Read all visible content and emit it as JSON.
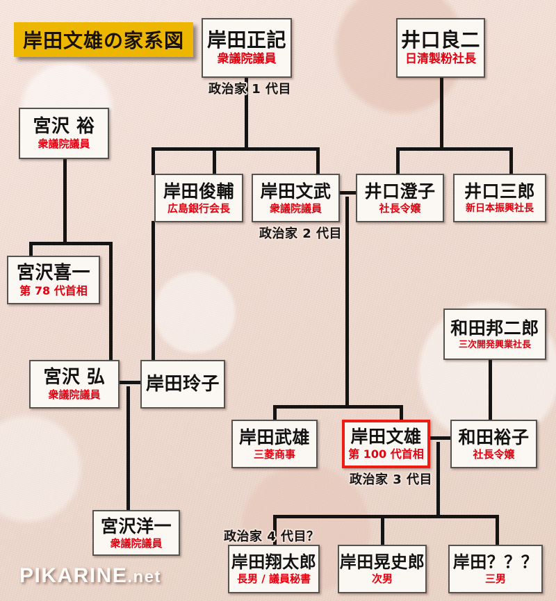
{
  "title": {
    "text": "岸田文雄の家系図",
    "bg": "#edb700"
  },
  "watermark": {
    "main": "PIKARINE",
    "suffix": ".net"
  },
  "colors": {
    "name": "#121212",
    "subtitle": "#e4000f",
    "highlight": "#ee1c12",
    "box_bg": "#fbf7f3",
    "background": "#f1ded5"
  },
  "people": {
    "kishida_masaki": {
      "name": "岸田正記",
      "subtitle": "衆議院議員"
    },
    "iguchi_ryoji": {
      "name": "井口良二",
      "subtitle": "日清製粉社長"
    },
    "miyazawa_yutaka": {
      "name": "宮沢 裕",
      "subtitle": "衆議院議員"
    },
    "kishida_shunsuke": {
      "name": "岸田俊輔",
      "subtitle": "広島銀行会長"
    },
    "kishida_fumitake": {
      "name": "岸田文武",
      "subtitle": "衆議院議員"
    },
    "iguchi_sumiko": {
      "name": "井口澄子",
      "subtitle": "社長令嬢"
    },
    "iguchi_saburo": {
      "name": "井口三郎",
      "subtitle": "新日本振興社長"
    },
    "miyazawa_kiichi": {
      "name": "宮沢喜一",
      "subtitle": "第 78 代首相"
    },
    "wada_kunijiro": {
      "name": "和田邦二郎",
      "subtitle": "三次開発興業社長"
    },
    "miyazawa_hiroshi": {
      "name": "宮沢 弘",
      "subtitle": "衆議院議員"
    },
    "kishida_reiko": {
      "name": "岸田玲子",
      "subtitle": ""
    },
    "kishida_takeo": {
      "name": "岸田武雄",
      "subtitle": "三菱商事"
    },
    "kishida_fumio": {
      "name": "岸田文雄",
      "subtitle": "第 100 代首相"
    },
    "wada_yuko": {
      "name": "和田裕子",
      "subtitle": "社長令嬢"
    },
    "miyazawa_yoichi": {
      "name": "宮沢洋一",
      "subtitle": "衆議院議員"
    },
    "kishida_shotaro": {
      "name": "岸田翔太郎",
      "subtitle": "長男 / 議員秘書"
    },
    "kishida_koshiro": {
      "name": "岸田晃史郎",
      "subtitle": "次男"
    },
    "kishida_unknown": {
      "name": "岸田？？？",
      "subtitle": "三男"
    }
  },
  "generations": {
    "gen1": "政治家 1 代目",
    "gen2": "政治家 2 代目",
    "gen3": "政治家 3 代目",
    "gen4": "政治家 4 代目？"
  }
}
